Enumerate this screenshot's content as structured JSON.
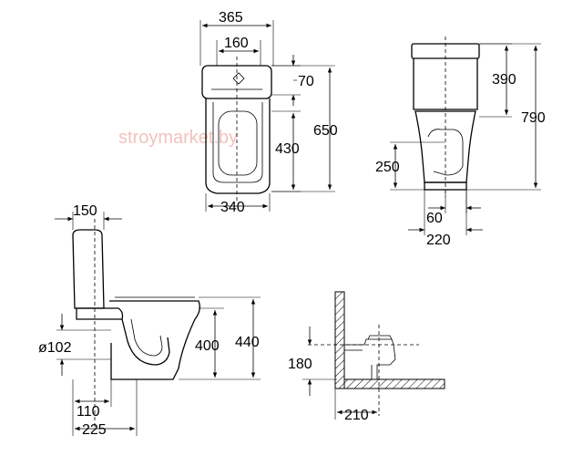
{
  "watermark": "stroymarket.by",
  "top_view": {
    "dims": {
      "overall_width": "365",
      "inlet_width": "160",
      "cistern_depth": "70",
      "bowl_depth": "430",
      "overall_depth": "650",
      "base_width": "340"
    }
  },
  "front_view": {
    "dims": {
      "cistern_height": "390",
      "overall_height": "790",
      "outlet_height": "250",
      "outlet_width": "60",
      "base_width": "220"
    }
  },
  "side_view": {
    "dims": {
      "cistern_offset": "150",
      "pipe_diameter": "ø102",
      "seat_height": "400",
      "rim_height": "440",
      "outlet_offset": "110",
      "outlet_distance": "225"
    }
  },
  "install_view": {
    "dims": {
      "inlet_height": "180",
      "wall_distance": "210"
    }
  }
}
